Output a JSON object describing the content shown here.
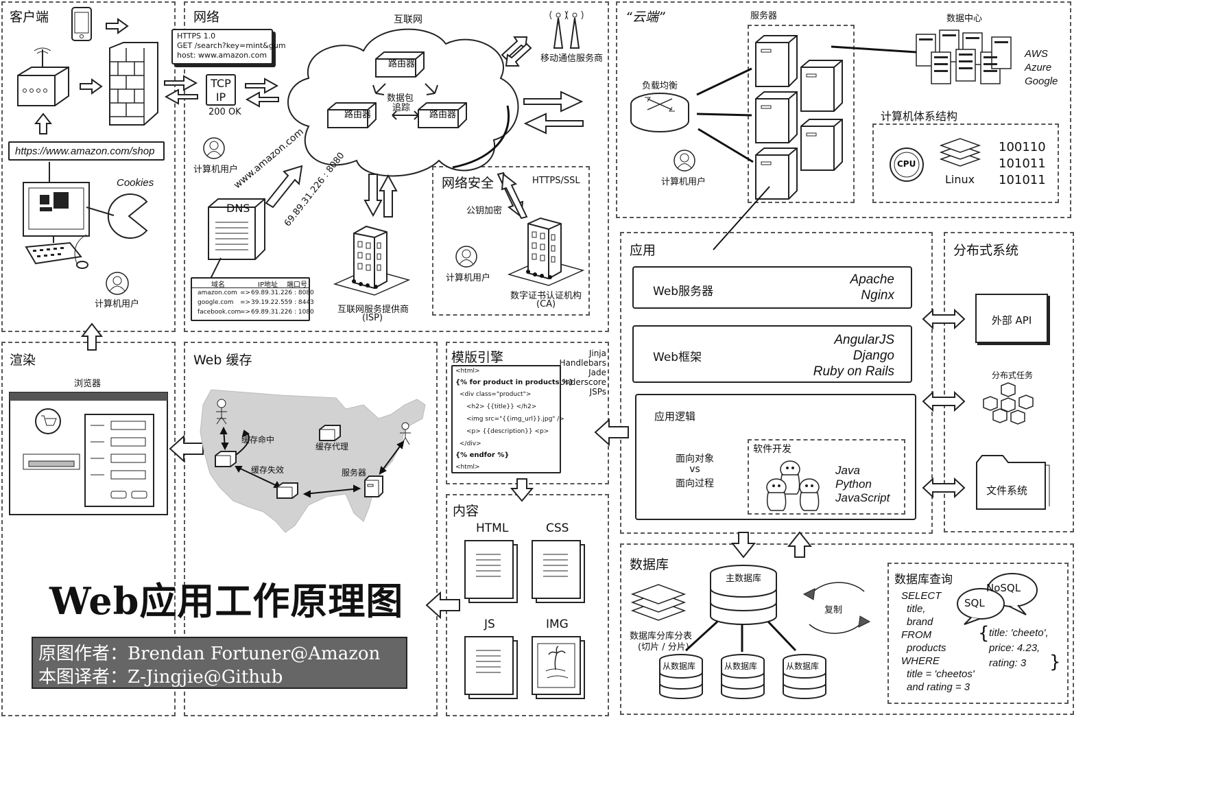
{
  "client": {
    "title": "客户端",
    "url": "https://www.amazon.com/shop",
    "cookies": "Cookies",
    "user": "计算机用户"
  },
  "network": {
    "title": "网络",
    "http_req": [
      "HTTPS 1.0",
      "GET  /search?key=mint&gum",
      "host: www.amazon.com"
    ],
    "tcp": "TCP",
    "ip": "IP",
    "ok": "200 OK",
    "internet": "互联网",
    "router": "路由器",
    "packet": "数据包",
    "trace": "追踪",
    "mobile": "移动通信服务商",
    "user": "计算机用户",
    "dns": "DNS",
    "domain_text": "www.amazon.com",
    "ip_text": "69.89.31.226 : 8080",
    "dns_table": {
      "headers": [
        "域名",
        "IP地址",
        "端口号"
      ],
      "rows": [
        [
          "amazon.com",
          "=>",
          "69.89.31.226 : 8080"
        ],
        [
          "google.com",
          "=>",
          "39.19.22.559 : 8443"
        ],
        [
          "facebook.com",
          "=>",
          "69.89.31.226 : 1080"
        ]
      ]
    },
    "isp": "互联网服务提供商",
    "isp_abbr": "(ISP)"
  },
  "security": {
    "title": "网络安全",
    "https": "HTTPS/SSL",
    "pubkey": "公钥加密",
    "user": "计算机用户",
    "ca": "数字证书认证机构",
    "ca_abbr": "(CA)"
  },
  "cloud": {
    "title": "“云端”",
    "servers": "服务器",
    "datacenter": "数据中心",
    "providers": [
      "AWS",
      "Azure",
      "Google"
    ],
    "lb": "负载均衡",
    "user": "计算机用户",
    "arch_title": "计算机体系结构",
    "cpu": "CPU",
    "linux": "Linux",
    "binary": [
      "100110",
      "101011",
      "101011"
    ]
  },
  "app": {
    "title": "应用",
    "web_server": "Web服务器",
    "web_server_items": [
      "Apache",
      "Nginx"
    ],
    "framework": "Web框架",
    "framework_items": [
      "AngularJS",
      "Django",
      "Ruby on Rails"
    ],
    "logic": "应用逻辑",
    "oop_lines": [
      "面向对象",
      "vs",
      "面向过程"
    ],
    "dev": "软件开发",
    "langs": [
      "Java",
      "Python",
      "JavaScript"
    ]
  },
  "distributed": {
    "title": "分布式系统",
    "api": "外部 API",
    "tasks": "分布式任务",
    "fs": "文件系统"
  },
  "render": {
    "title": "渲染",
    "browser": "浏览器"
  },
  "webcache": {
    "title": "Web 缓存",
    "hit": "缓存命中",
    "miss": "缓存失效",
    "proxy": "缓存代理",
    "server": "服务器"
  },
  "template": {
    "title": "模版引擎",
    "engines": [
      "Jinja",
      "Handlebars",
      "Jade",
      "Underscore",
      "JSPs"
    ],
    "code": [
      "<html>",
      "{% for product in products %}",
      "<div class=\"product\">",
      "<h2> {{title}} </h2>",
      "<img src=\"{{img_url}}.jpg\" />",
      "<p> {{description}} <p>",
      "</div>",
      "{% endfor %}",
      "<html>"
    ]
  },
  "content": {
    "title": "内容",
    "items": [
      "HTML",
      "CSS",
      "JS",
      "IMG"
    ]
  },
  "database": {
    "title": "数据库",
    "sharding": "数据库分库分表",
    "sharding2": "(切片 / 分片)",
    "master": "主数据库",
    "replica": "复制",
    "slave": "从数据库"
  },
  "dbquery": {
    "title": "数据库查询",
    "nosql": "NoSQL",
    "sql": "SQL",
    "query": [
      "SELECT",
      "  title,",
      "  brand",
      "FROM",
      "  products",
      "WHERE",
      "  title = 'cheetos'",
      "  and rating = 3"
    ],
    "result": [
      "title: 'cheeto',",
      "price: 4.23,",
      "rating: 3"
    ]
  },
  "main_title": "Web应用工作原理图",
  "credits": [
    "原图作者：Brendan Fortuner@Amazon",
    "本图译者：Z-Jingjie@Github"
  ]
}
